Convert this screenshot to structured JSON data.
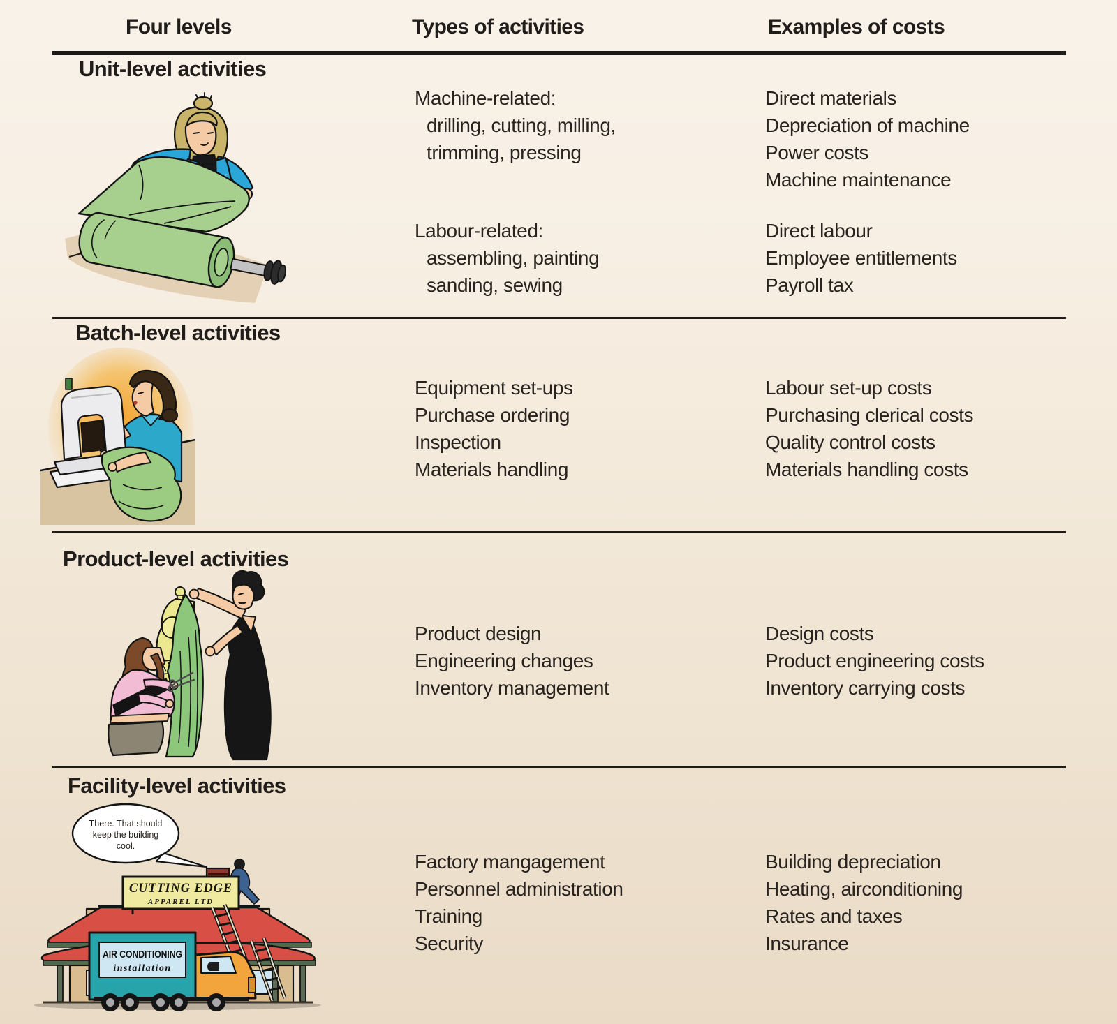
{
  "table": {
    "headers": [
      "Four levels",
      "Types of activities",
      "Examples of costs"
    ]
  },
  "sections": [
    {
      "title": "Unit-level activities",
      "illustration": "worker unrolling a bolt of green fabric",
      "activity_blocks": [
        {
          "lines": [
            "Machine-related:",
            "drilling, cutting, milling,",
            "trimming, pressing"
          ]
        },
        {
          "lines": [
            "Labour-related:",
            "assembling, painting",
            "sanding, sewing"
          ]
        }
      ],
      "cost_blocks": [
        {
          "lines": [
            "Direct materials",
            "Depreciation of machine",
            "Power costs",
            "Machine maintenance"
          ]
        },
        {
          "lines": [
            "Direct labour",
            "Employee entitlements",
            "Payroll tax"
          ]
        }
      ]
    },
    {
      "title": "Batch-level activities",
      "illustration": "machinist sewing green fabric at a sewing machine",
      "activity_blocks": [
        {
          "lines": [
            "Equipment set-ups",
            "Purchase ordering",
            "Inspection",
            "Materials handling"
          ]
        }
      ],
      "cost_blocks": [
        {
          "lines": [
            "Labour set-up costs",
            "Purchasing clerical costs",
            "Quality control costs",
            "Materials handling costs"
          ]
        }
      ]
    },
    {
      "title": "Product-level activities",
      "illustration": "two designers draping green fabric on a mannequin",
      "activity_blocks": [
        {
          "lines": [
            "Product design",
            "Engineering changes",
            "Inventory management"
          ]
        }
      ],
      "cost_blocks": [
        {
          "lines": [
            "Design costs",
            "Product engineering costs",
            "Inventory carrying costs"
          ]
        }
      ]
    },
    {
      "title": "Facility-level activities",
      "illustration": "factory building with rooftop air conditioning installation and truck",
      "activity_blocks": [
        {
          "lines": [
            "Factory mangagement",
            "Personnel administration",
            "Training",
            "Security"
          ]
        }
      ],
      "cost_blocks": [
        {
          "lines": [
            "Building depreciation",
            "Heating, airconditioning",
            "Rates and taxes",
            "Insurance"
          ]
        }
      ]
    }
  ],
  "facility_art": {
    "speech_bubble": [
      "There. That should",
      "keep the building",
      "cool."
    ],
    "building_sign": [
      "CUTTING EDGE",
      "APPAREL LTD"
    ],
    "truck_sign": [
      "AIR CONDITIONING",
      "installation"
    ]
  },
  "colors": {
    "background_top": "#f9f2e9",
    "background_bottom": "#e9dbc6",
    "rule": "#1d1b18",
    "text": "#29231f",
    "fabric_green": "#a7cf8e",
    "glow_orange": "#f3a434",
    "jacket_blue": "#2ba6d9",
    "roof_red": "#d85045",
    "wall_tan": "#d9bd90",
    "sign_yellow": "#efeaa0",
    "truck_teal": "#27a3aa",
    "cab_orange": "#f2a53c",
    "mannequin_yellow": "#ece88f"
  }
}
